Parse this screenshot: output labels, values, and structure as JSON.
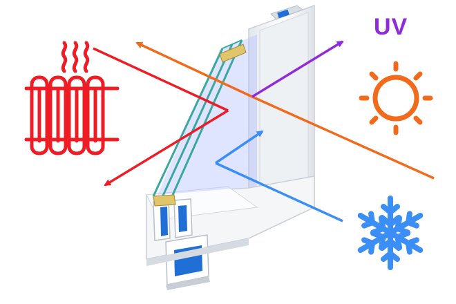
{
  "diagram": {
    "uv_label": "UV",
    "colors": {
      "heat": "#ee1c25",
      "sunlight": "#f26a1b",
      "uv": "#8f2bd9",
      "cold": "#3a8ef5",
      "frame": "#f4f6f8",
      "frame_shadow": "#c9ced6",
      "glass": "#b9c3ff",
      "glass_edge": "#3aa7a0"
    },
    "icons": {
      "heat_source": "radiator-icon",
      "sun": "sun-icon",
      "cold": "snowflake-icon",
      "window": "window-profile-icon"
    },
    "flows": [
      {
        "name": "heat-reflected",
        "color_key": "heat"
      },
      {
        "name": "sunlight-reflected",
        "color_key": "sunlight"
      },
      {
        "name": "uv-reflected",
        "color_key": "uv"
      },
      {
        "name": "cold-blocked",
        "color_key": "cold"
      }
    ]
  }
}
